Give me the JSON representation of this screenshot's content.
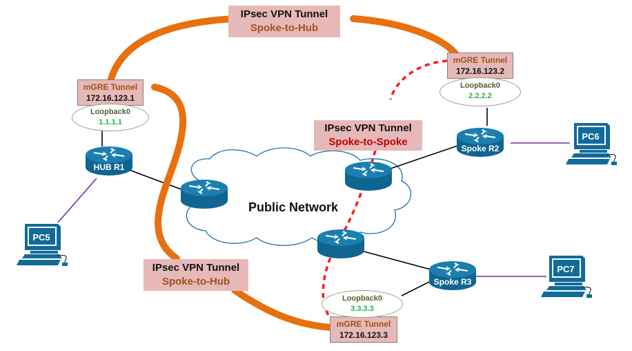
{
  "colors": {
    "tunnel_hub": "#e8700f",
    "tunnel_spoke": "#ff1a1a",
    "router_fill": "#116b99",
    "router_top": "#1a7fb0",
    "label_bg": "#e6b9b8",
    "link_wan": "#000000",
    "link_lan": "#7030a0",
    "ipsec_hub_text": "#a0521a",
    "ipsec_spoke_text": "#c00000",
    "loopback_name": "#4f6228",
    "loopback_ip": "#22b04a"
  },
  "cloud": {
    "label": "Public Network"
  },
  "routers": [
    {
      "id": "hub-r1",
      "label": "HUB R1"
    },
    {
      "id": "spoke-r2",
      "label": "Spoke R2"
    },
    {
      "id": "spoke-r3",
      "label": "Spoke R3"
    },
    {
      "id": "isp-left",
      "label": ""
    },
    {
      "id": "isp-right",
      "label": ""
    },
    {
      "id": "isp-bottom",
      "label": ""
    }
  ],
  "pcs": [
    {
      "id": "pc5",
      "label": "PC5"
    },
    {
      "id": "pc6",
      "label": "PC6"
    },
    {
      "id": "pc7",
      "label": "PC7"
    }
  ],
  "tunnels": {
    "top": {
      "title": "IPsec VPN Tunnel",
      "sub": "Spoke-to-Hub"
    },
    "bottom": {
      "title": "IPsec VPN Tunnel",
      "sub": "Spoke-to-Hub"
    },
    "spoke": {
      "title": "IPsec VPN Tunnel",
      "sub": "Spoke-to-Spoke"
    }
  },
  "mgre": {
    "r1": {
      "title": "mGRE Tunnel",
      "ip": "172.16.123.1"
    },
    "r2": {
      "title": "mGRE Tunnel",
      "ip": "172.16.123.2"
    },
    "r3": {
      "title": "mGRE Tunnel",
      "ip": "172.16.123.3"
    }
  },
  "loopbacks": {
    "r1": {
      "name": "Loopback0",
      "ip": "1.1.1.1"
    },
    "r2": {
      "name": "Loopback0",
      "ip": "2.2.2.2"
    },
    "r3": {
      "name": "Loopback0",
      "ip": "3.3.3.3"
    }
  }
}
